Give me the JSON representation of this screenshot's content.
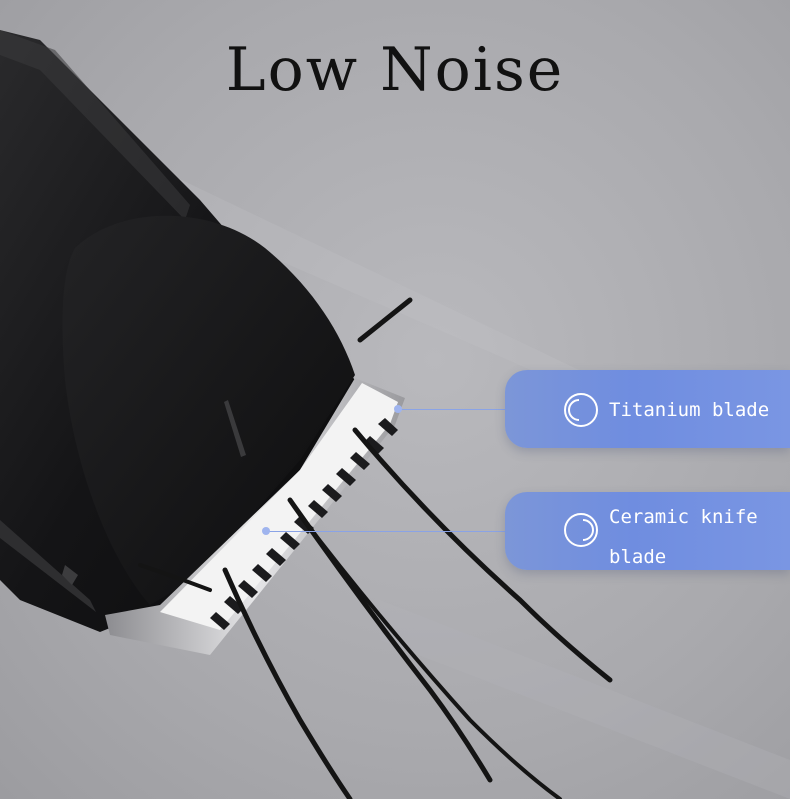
{
  "headline": "Low Noise",
  "callouts": [
    {
      "label": "Titanium blade",
      "icon": "crescent-ring-icon"
    },
    {
      "label": "Ceramic knife blade",
      "icon": "crescent-ring-icon"
    }
  ],
  "colors": {
    "background": "#a7a7ab",
    "clipper_body": "#111113",
    "ceramic_blade": "#f2f2f2",
    "callout_fill": "#7590df",
    "callout_text": "#ffffff",
    "headline_text": "#111111"
  }
}
